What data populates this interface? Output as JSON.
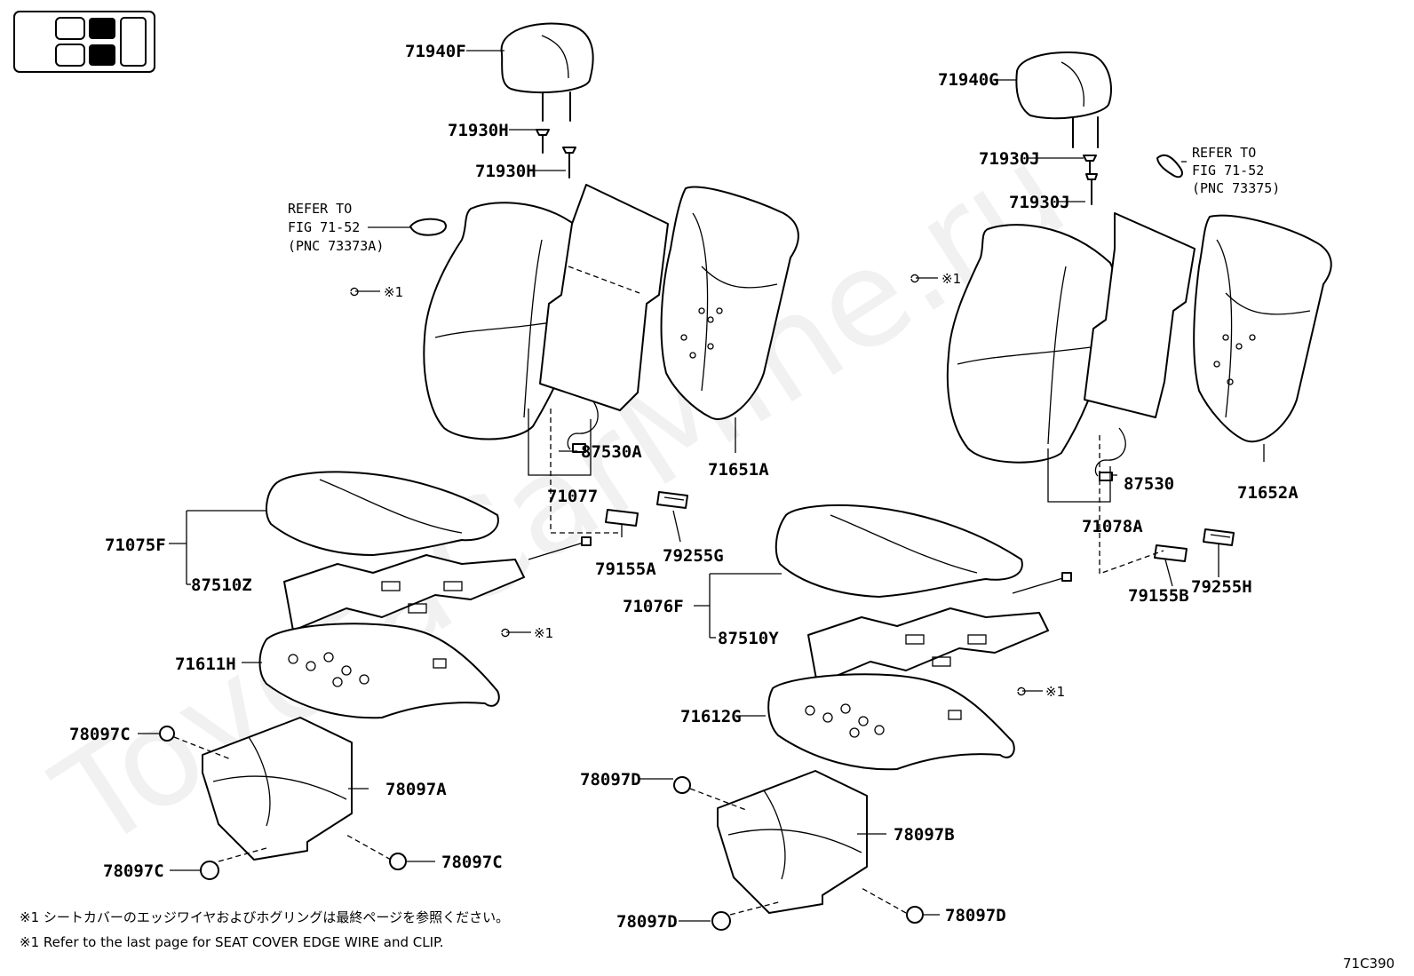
{
  "labels": {
    "l_71940F": "71940F",
    "l_71930H_a": "71930H",
    "l_71930H_b": "71930H",
    "l_87530A": "87530A",
    "l_71651A": "71651A",
    "l_71077": "71077",
    "l_71075F": "71075F",
    "l_87510Z": "87510Z",
    "l_79155A": "79155A",
    "l_79255G": "79255G",
    "l_71611H": "71611H",
    "l_78097C_a": "78097C",
    "l_78097A": "78097A",
    "l_78097C_b": "78097C",
    "l_78097C_c": "78097C",
    "l_71940G": "71940G",
    "l_71930J_a": "71930J",
    "l_71930J_b": "71930J",
    "l_87530": "87530",
    "l_71652A": "71652A",
    "l_71078A": "71078A",
    "l_79155B": "79155B",
    "l_79255H": "79255H",
    "l_71076F": "71076F",
    "l_87510Y": "87510Y",
    "l_71612G": "71612G",
    "l_78097D_a": "78097D",
    "l_78097B": "78097B",
    "l_78097D_b": "78097D",
    "l_78097D_c": "78097D"
  },
  "refs": {
    "left": [
      "REFER TO",
      "FIG 71-52",
      "(PNC 73373A)"
    ],
    "right": [
      "REFER TO",
      "FIG 71-52",
      "(PNC 73375)"
    ]
  },
  "note_markers": {
    "m1": "※1",
    "m2": "※1",
    "m3": "※1",
    "m4": "※1"
  },
  "footnotes": {
    "jp": "※1  シートカバーのエッジワイヤおよびホグリングは最終ページを参照ください。",
    "en": "※1  Refer to the last page for SEAT COVER EDGE WIRE and CLIP."
  },
  "figure_code": "71C390",
  "watermark": "ToyotaCarMine.ru",
  "colors": {
    "ink": "#000000",
    "background": "#ffffff",
    "watermark": "#d8d8d8"
  }
}
